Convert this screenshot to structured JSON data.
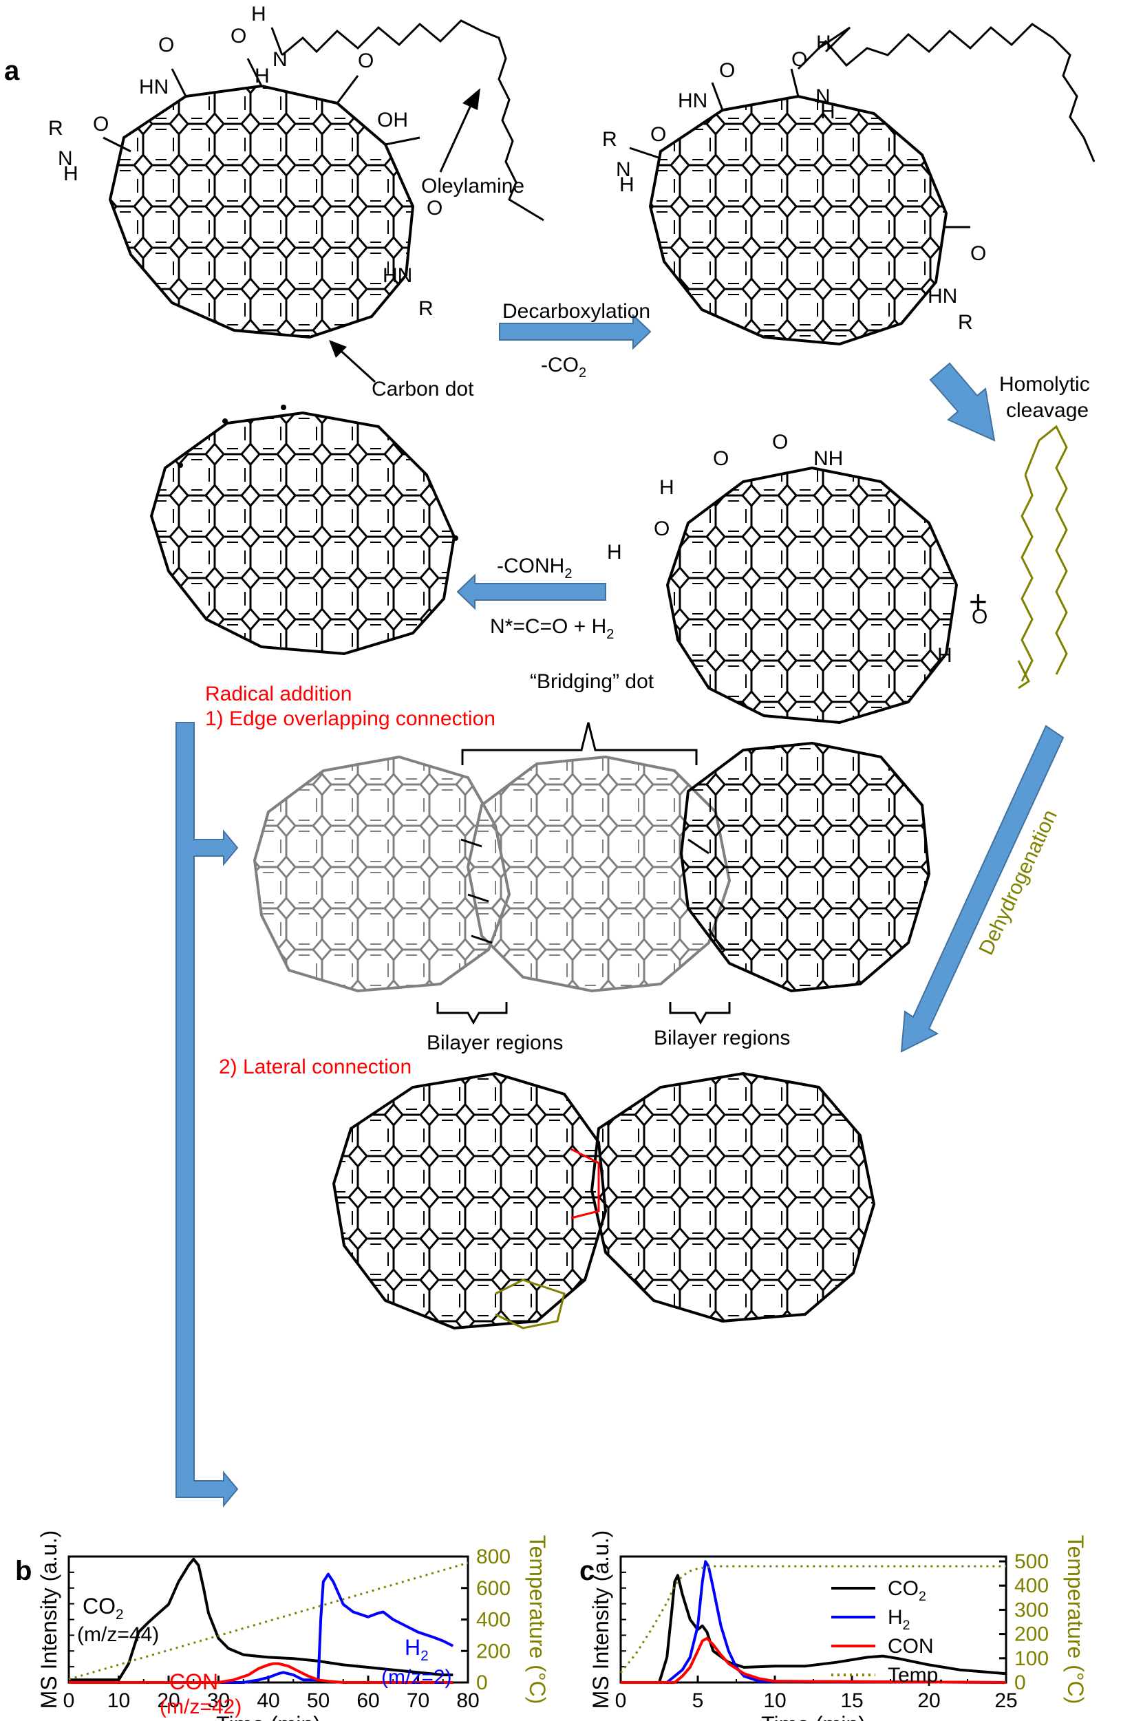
{
  "panel_a": {
    "label": "a",
    "oleylamine": "Oleylamine",
    "carbon_dot": "Carbon dot",
    "decarboxylation": "Decarboxylation",
    "minus_co2": "-CO",
    "co2_sub": "2",
    "homolytic_1": "Homolytic",
    "homolytic_2": "cleavage",
    "minus_conh2": "-CONH",
    "conh2_sub": "2",
    "nco": "N*=C=O + H",
    "h2_sub": "2",
    "plus": "+",
    "radical_addition": "Radical addition",
    "edge_overlap": "1) Edge overlapping connection",
    "bridging_dot": "“Bridging” dot",
    "bilayer_left": "Bilayer regions",
    "bilayer_right": "Bilayer regions",
    "lateral": "2) Lateral connection",
    "dehydrogenation": "Dehydrogenation",
    "groups": {
      "hn": "HN",
      "h": "H",
      "n": "N",
      "o": "O",
      "oh": "OH",
      "r": "R",
      "nh2": "NH",
      "h2n": "H",
      "hn_r": "HN"
    },
    "colors": {
      "blue_arrow": "#5b9bd5",
      "red_text": "#ff0000",
      "olive": "#808000"
    }
  },
  "chart_data": [
    {
      "panel": "b",
      "type": "line",
      "xlabel": "Time (min)",
      "ylabel": "MS Intensity (a.u.)",
      "y2label": "Temperature (°C)",
      "xlim": [
        0,
        80
      ],
      "y2lim": [
        0,
        800
      ],
      "xticks": [
        "0",
        "10",
        "20",
        "30",
        "40",
        "50",
        "60",
        "70",
        "80"
      ],
      "y2ticks": [
        "0",
        "200",
        "400",
        "600",
        "800"
      ],
      "annotations": [
        {
          "text": "CO",
          "sub": "2",
          "line2": "(m/z=44)",
          "color": "#000000"
        },
        {
          "text": "H",
          "sub": "2",
          "line2": "(m/z=2)",
          "color": "#0000ff"
        },
        {
          "text": "CON",
          "sub": "",
          "line2": "(m/z=42)",
          "color": "#ff0000"
        }
      ],
      "series": [
        {
          "color": "#000000",
          "x": [
            0,
            10,
            12,
            14,
            16,
            18,
            20,
            22,
            24,
            25,
            26,
            27,
            28,
            30,
            32,
            35,
            40,
            45,
            50,
            55,
            60,
            65,
            70,
            75,
            77
          ],
          "y": [
            0.02,
            0.02,
            0.15,
            0.4,
            0.48,
            0.55,
            0.62,
            0.8,
            0.93,
            0.98,
            0.93,
            0.75,
            0.55,
            0.35,
            0.27,
            0.22,
            0.2,
            0.19,
            0.17,
            0.14,
            0.12,
            0.1,
            0.08,
            0.06,
            0.06
          ]
        },
        {
          "color": "#0000ff",
          "x": [
            0,
            35,
            38,
            40,
            42,
            43,
            45,
            47,
            50,
            50.5,
            51,
            52,
            53,
            55,
            57,
            60,
            62,
            63,
            65,
            68,
            70,
            73,
            75,
            77
          ],
          "y": [
            0.0,
            0.0,
            0.02,
            0.04,
            0.07,
            0.08,
            0.06,
            0.02,
            0.02,
            0.5,
            0.8,
            0.86,
            0.8,
            0.62,
            0.56,
            0.52,
            0.55,
            0.56,
            0.5,
            0.44,
            0.4,
            0.36,
            0.33,
            0.29
          ]
        },
        {
          "color": "#ff0000",
          "x": [
            0,
            30,
            33,
            36,
            38,
            40,
            41,
            42,
            43,
            44,
            46,
            48,
            50,
            52,
            55,
            77
          ],
          "y": [
            0.0,
            0.0,
            0.02,
            0.06,
            0.11,
            0.14,
            0.15,
            0.15,
            0.14,
            0.13,
            0.09,
            0.05,
            0.02,
            0.01,
            0.0,
            0.0
          ]
        },
        {
          "color": "#808000",
          "dotted": true,
          "axis": "right",
          "x": [
            0,
            80
          ],
          "y": [
            20,
            760
          ]
        }
      ]
    },
    {
      "panel": "c",
      "type": "line",
      "xlabel": "Time (min)",
      "ylabel": "MS Intensity (a.u.)",
      "y2label": "Temperature (°C)",
      "xlim": [
        0,
        25
      ],
      "y2lim": [
        0,
        520
      ],
      "xticks": [
        "0",
        "5",
        "10",
        "15",
        "20",
        "25"
      ],
      "y2ticks": [
        "0",
        "100",
        "200",
        "300",
        "400",
        "500"
      ],
      "legend": [
        {
          "name": "CO",
          "sub": "2",
          "color": "#000000"
        },
        {
          "name": "H",
          "sub": "2",
          "color": "#0000ff"
        },
        {
          "name": "CON",
          "sub": "",
          "color": "#ff0000"
        },
        {
          "name": "Temp.",
          "sub": "",
          "color": "#808000",
          "dotted": true
        }
      ],
      "legend_position": "right",
      "series": [
        {
          "color": "#000000",
          "x": [
            0,
            2.5,
            3,
            3.3,
            3.5,
            3.7,
            4,
            4.5,
            5,
            5.3,
            5.6,
            6,
            7,
            8,
            10,
            12,
            14,
            16,
            17,
            18,
            20,
            22,
            24,
            25
          ],
          "y": [
            0.0,
            0.0,
            0.2,
            0.55,
            0.8,
            0.85,
            0.7,
            0.5,
            0.42,
            0.45,
            0.4,
            0.25,
            0.16,
            0.12,
            0.13,
            0.13,
            0.16,
            0.2,
            0.21,
            0.19,
            0.14,
            0.1,
            0.08,
            0.07
          ]
        },
        {
          "color": "#0000ff",
          "x": [
            0,
            3,
            4,
            4.5,
            5,
            5.3,
            5.5,
            5.7,
            6,
            6.5,
            7,
            7.5,
            8,
            9,
            25
          ],
          "y": [
            0.0,
            0.0,
            0.1,
            0.2,
            0.45,
            0.8,
            0.96,
            0.92,
            0.75,
            0.45,
            0.25,
            0.12,
            0.05,
            0.01,
            0.0
          ]
        },
        {
          "color": "#ff0000",
          "x": [
            0,
            3.5,
            4,
            4.5,
            5,
            5.3,
            5.6,
            6,
            6.5,
            7,
            8,
            9,
            10,
            25
          ],
          "y": [
            0.0,
            0.0,
            0.05,
            0.12,
            0.25,
            0.33,
            0.35,
            0.3,
            0.22,
            0.15,
            0.07,
            0.03,
            0.01,
            0.0
          ]
        },
        {
          "color": "#808000",
          "dotted": true,
          "axis": "right",
          "x": [
            0,
            1,
            2,
            3,
            3.5,
            4,
            4.5,
            5,
            6,
            25
          ],
          "y": [
            40,
            120,
            220,
            330,
            400,
            440,
            460,
            470,
            480,
            480
          ]
        }
      ]
    }
  ]
}
